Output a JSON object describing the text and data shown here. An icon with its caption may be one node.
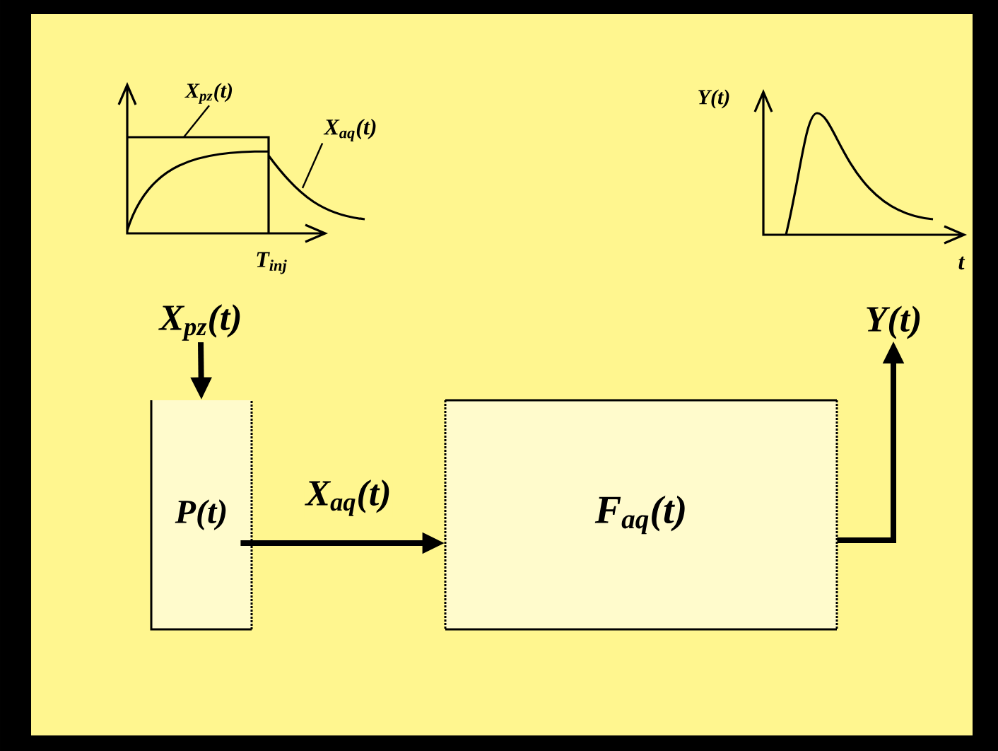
{
  "diagram": {
    "nodes": [
      {
        "text": [
          "P(t)"
        ]
      },
      {
        "text": [
          "F$_{aq}$(t)"
        ]
      },
      {
        "text": [
          "X$_{pz}$(t)"
        ]
      },
      {
        "text": [
          "Y(t)"
        ]
      },
      {
        "text": [
          "X$_{pz}$(t)"
        ]
      },
      {
        "text": [
          "X$_{aq}$(t)"
        ]
      }
    ],
    "edges": [
      {
        "from": 2,
        "to": 0,
        "arrow": "to"
      },
      {
        "from": 0,
        "to": 1,
        "arrow": "to",
        "label": "X$_{aq}$(t)"
      },
      {
        "from": 1,
        "to": 3,
        "arrow": "to"
      },
      {
        "from": 4,
        "to": null,
        "arrow": "none"
      },
      {
        "from": 5,
        "to": null,
        "arrow": "none"
      }
    ],
    "labels": [
      "T$_{inj}$",
      "Y(t)",
      "t"
    ]
  }
}
